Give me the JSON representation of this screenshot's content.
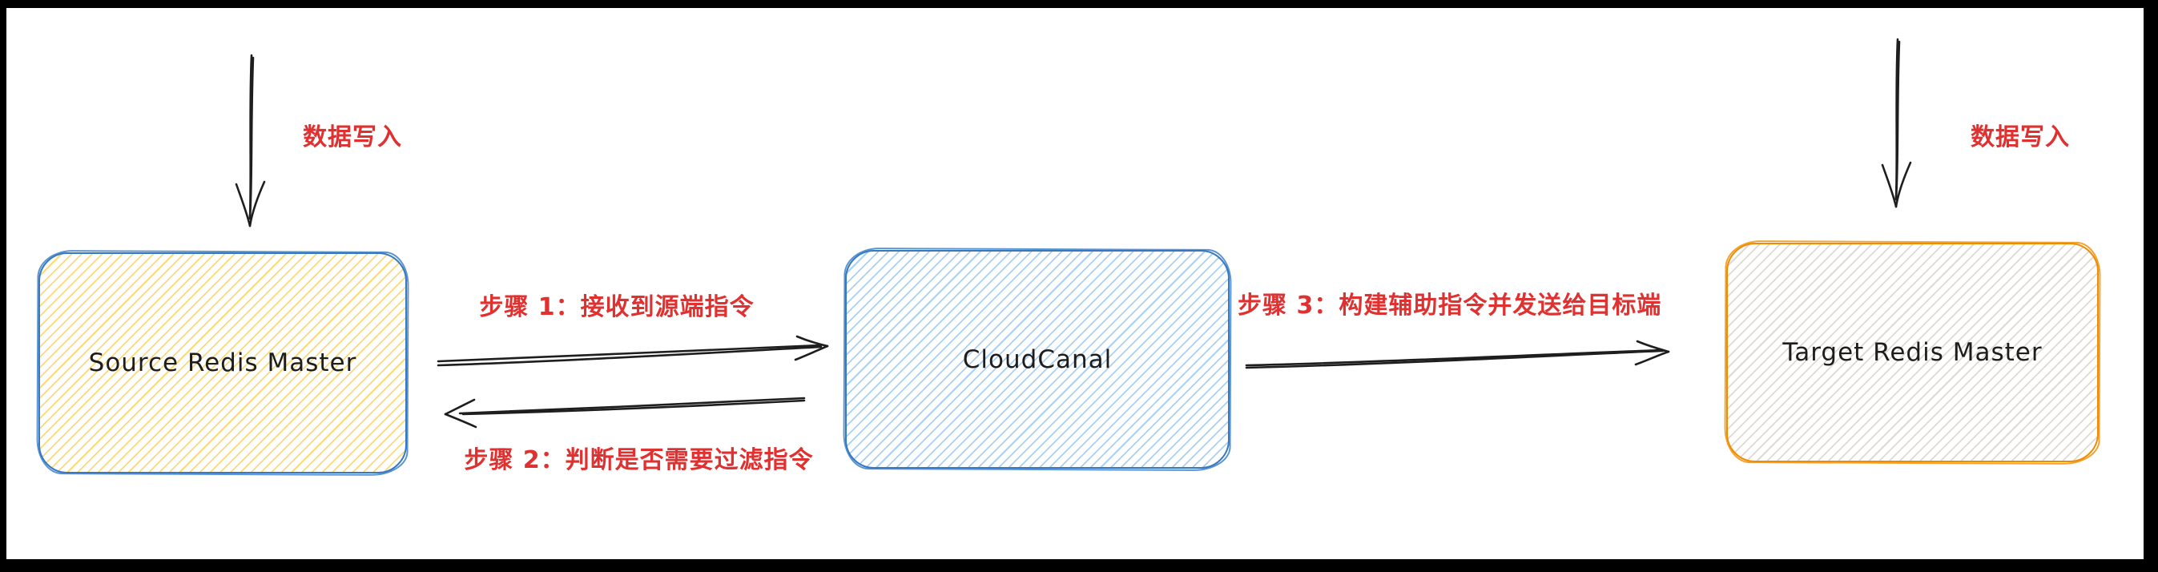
{
  "diagram": {
    "type": "flow-diagram",
    "background": "#ffffff",
    "frame_color": "#000000",
    "annotation_color": "#e03131",
    "line_color": "#1e1e1e",
    "nodes": [
      {
        "id": "source-redis-master",
        "label": "Source Redis Master",
        "stroke": "#3579c2",
        "fill_hatch": "#facb46"
      },
      {
        "id": "cloudcanal",
        "label": "CloudCanal",
        "stroke": "#3579c2",
        "fill_hatch": "#76b4ec"
      },
      {
        "id": "target-redis-master",
        "label": "Target Redis Master",
        "stroke": "#f08c00",
        "fill_hatch": "#cdc1b7"
      }
    ],
    "annotations": {
      "source_write": "数据写入",
      "target_write": "数据写入",
      "step1": "步骤 1：接收到源端指令",
      "step2": "步骤 2：判断是否需要过滤指令",
      "step3": "步骤 3：构建辅助指令并发送给目标端"
    },
    "edges": [
      {
        "from": "external-writer",
        "to": "source-redis-master",
        "direction": "down",
        "label": "数据写入"
      },
      {
        "from": "source-redis-master",
        "to": "cloudcanal",
        "direction": "right",
        "label": "步骤 1：接收到源端指令"
      },
      {
        "from": "cloudcanal",
        "to": "source-redis-master",
        "direction": "left",
        "label": "步骤 2：判断是否需要过滤指令"
      },
      {
        "from": "cloudcanal",
        "to": "target-redis-master",
        "direction": "right",
        "label": "步骤 3：构建辅助指令并发送给目标端"
      },
      {
        "from": "external-writer",
        "to": "target-redis-master",
        "direction": "down",
        "label": "数据写入"
      }
    ]
  }
}
